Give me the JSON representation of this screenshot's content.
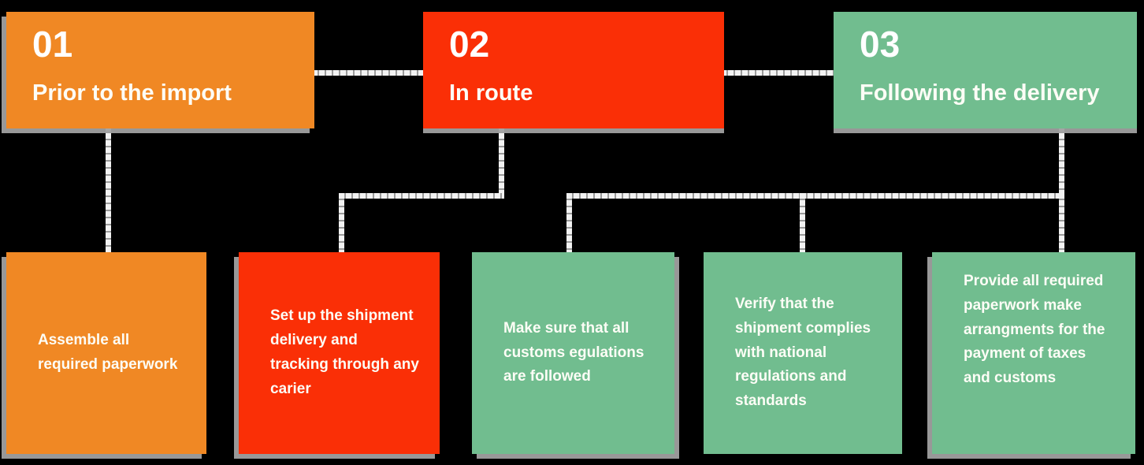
{
  "diagram": {
    "title": "Import process three-phase flow diagram",
    "colors": {
      "orange": "#F08824",
      "red": "#FA2F06",
      "green": "#71BD8F",
      "background": "#000000",
      "text": "#FDFDF6",
      "connector": "#E9E9E9"
    },
    "phases": [
      {
        "number": "01",
        "title": "Prior to the import",
        "color": "orange"
      },
      {
        "number": "02",
        "title": "In route",
        "color": "red"
      },
      {
        "number": "03",
        "title": "Following the delivery",
        "color": "green"
      }
    ],
    "tasks": [
      {
        "text": "Assemble all required paperwork",
        "color": "orange",
        "phase": "01"
      },
      {
        "text": "Set up the shipment delivery and tracking through any carier",
        "color": "red",
        "phase": "02"
      },
      {
        "text": "Make sure that all customs egulations are followed",
        "color": "green",
        "phase": "03"
      },
      {
        "text": "Verify that the shipment complies with national regulations and standards",
        "color": "green",
        "phase": "03"
      },
      {
        "text": "Provide all required paperwork make arrangments for the payment of taxes and customs",
        "color": "green",
        "phase": "03"
      }
    ]
  }
}
